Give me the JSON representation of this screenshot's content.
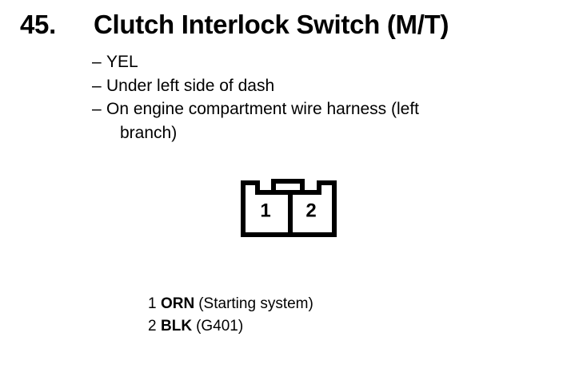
{
  "page": {
    "paper_color": "#ffffff",
    "ink_color": "#000000"
  },
  "header": {
    "number": "45.",
    "title": "Clutch Interlock Switch (M/T)"
  },
  "details": {
    "lines": [
      {
        "prefix": "–",
        "text": "YEL"
      },
      {
        "prefix": "–",
        "text": "Under left side of dash"
      },
      {
        "prefix": "–",
        "text": "On engine compartment wire harness (left"
      },
      {
        "prefix": "",
        "text": "branch)",
        "continuation": true
      }
    ]
  },
  "connector": {
    "type": "2-cavity connector, face view",
    "pins": [
      {
        "number": "1"
      },
      {
        "number": "2"
      }
    ]
  },
  "legend": {
    "entries": [
      {
        "pin": "1",
        "wire": "ORN",
        "note": "(Starting system)"
      },
      {
        "pin": "2",
        "wire": "BLK",
        "note": "(G401)"
      }
    ]
  }
}
